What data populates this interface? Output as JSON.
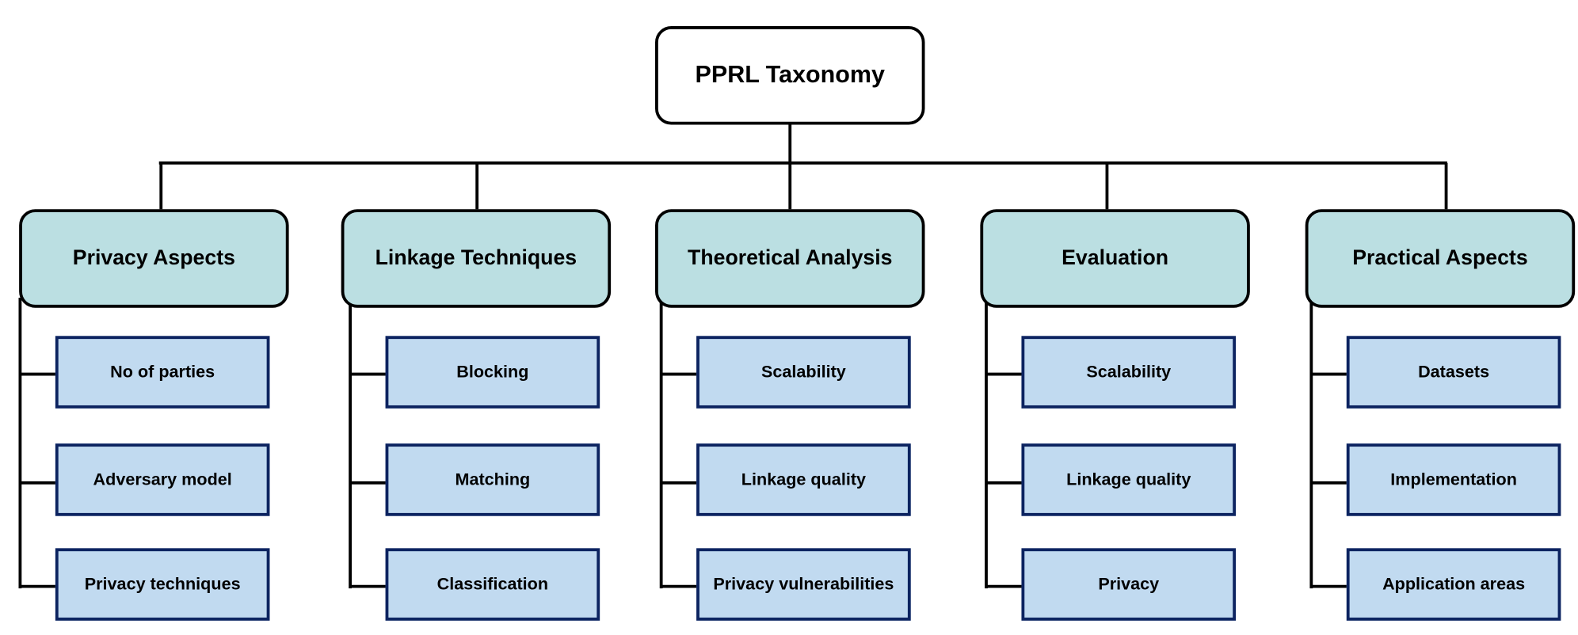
{
  "root": {
    "label": "PPRL Taxonomy"
  },
  "categories": [
    {
      "label": "Privacy Aspects",
      "items": [
        "No of parties",
        "Adversary model",
        "Privacy techniques"
      ]
    },
    {
      "label": "Linkage Techniques",
      "items": [
        "Blocking",
        "Matching",
        "Classification"
      ]
    },
    {
      "label": "Theoretical Analysis",
      "items": [
        "Scalability",
        "Linkage quality",
        "Privacy vulnerabilities"
      ]
    },
    {
      "label": "Evaluation",
      "items": [
        "Scalability",
        "Linkage quality",
        "Privacy"
      ]
    },
    {
      "label": "Practical Aspects",
      "items": [
        "Datasets",
        "Implementation",
        "Application areas"
      ]
    }
  ],
  "colors": {
    "root_fill": "#ffffff",
    "category_fill": "#bbdfe2",
    "item_fill": "#c1daf0",
    "item_border": "#0c2360",
    "line": "#000000"
  }
}
